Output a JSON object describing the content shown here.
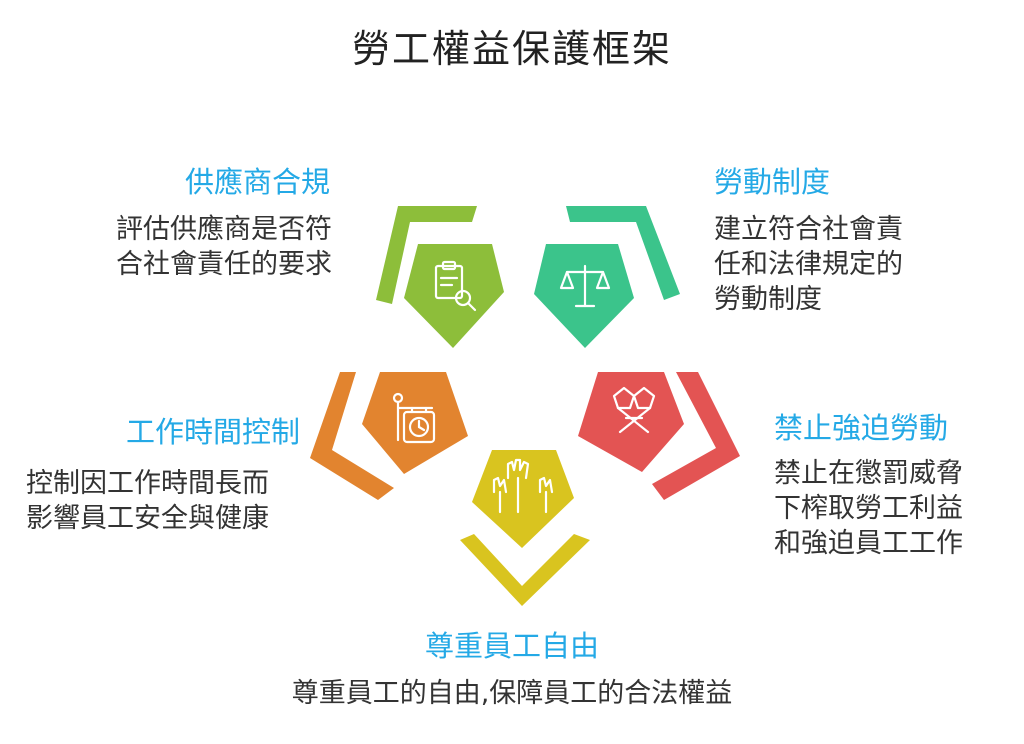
{
  "title": "勞工權益保護框架",
  "colors": {
    "supplier": "#8DBE3A",
    "labor_system": "#3BC48B",
    "forced_labor": "#E35453",
    "respect": "#D9C41F",
    "working_hours": "#E2842F",
    "label_text": "#24A9E6"
  },
  "segments": {
    "supplier": {
      "label": "供應商合規",
      "desc_lines": [
        "評估供應商是否符",
        "合社會責任的要求"
      ],
      "icon": "clipboard-search-icon"
    },
    "labor_system": {
      "label": "勞動制度",
      "desc_lines": [
        "建立符合社會責",
        "任和法律規定的",
        "勞動制度"
      ],
      "icon": "balance-scale-icon"
    },
    "forced_labor": {
      "label": "禁止強迫勞動",
      "desc_lines": [
        "禁止在懲罰威脅",
        "下榨取勞工利益",
        "和強迫員工工作"
      ],
      "icon": "bound-fists-icon"
    },
    "respect": {
      "label": "尊重員工自由",
      "desc_lines": [
        "尊重員工的自由,保障員工的合法權益"
      ],
      "icon": "raised-hands-icon"
    },
    "working_hours": {
      "label": "工作時間控制",
      "desc_lines": [
        "控制因工作時間長而",
        "影響員工安全與健康"
      ],
      "icon": "hanging-clock-icon"
    }
  }
}
